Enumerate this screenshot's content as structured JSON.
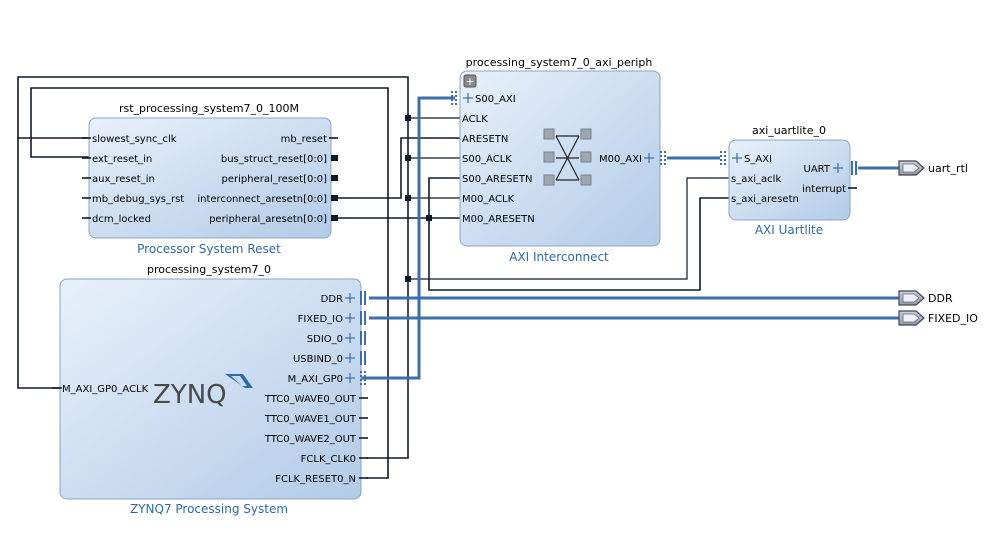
{
  "colors": {
    "block_fill_light": "#e4eef9",
    "block_fill_dark": "#b4cde9",
    "block_border": "#8da4c2",
    "bus": "#3d6fa8",
    "wire": "#0d1b2a",
    "subtitle": "#2f6aa8"
  },
  "blocks": {
    "rst": {
      "instance": "rst_processing_system7_0_100M",
      "subtitle": "Processor System Reset",
      "inputs": [
        "slowest_sync_clk",
        "ext_reset_in",
        "aux_reset_in",
        "mb_debug_sys_rst",
        "dcm_locked"
      ],
      "outputs": [
        "mb_reset",
        "bus_struct_reset[0:0]",
        "peripheral_reset[0:0]",
        "interconnect_aresetn[0:0]",
        "peripheral_aresetn[0:0]"
      ]
    },
    "ps7": {
      "instance": "processing_system7_0",
      "subtitle": "ZYNQ7 Processing System",
      "logo": "ZYNQ",
      "inputs": [
        "M_AXI_GP0_ACLK"
      ],
      "outputs": [
        "DDR",
        "FIXED_IO",
        "SDIO_0",
        "USBIND_0",
        "M_AXI_GP0",
        "TTC0_WAVE0_OUT",
        "TTC0_WAVE1_OUT",
        "TTC0_WAVE2_OUT",
        "FCLK_CLK0",
        "FCLK_RESET0_N"
      ]
    },
    "axi_periph": {
      "instance": "processing_system7_0_axi_periph",
      "subtitle": "AXI Interconnect",
      "expand": "+",
      "inputs": [
        "S00_AXI",
        "ACLK",
        "ARESETN",
        "S00_ACLK",
        "S00_ARESETN",
        "M00_ACLK",
        "M00_ARESETN"
      ],
      "outputs": [
        "M00_AXI"
      ]
    },
    "uart": {
      "instance": "axi_uartlite_0",
      "subtitle": "AXI Uartlite",
      "inputs": [
        "S_AXI",
        "s_axi_aclk",
        "s_axi_aresetn"
      ],
      "outputs": [
        "UART",
        "interrupt"
      ]
    }
  },
  "ports": {
    "uart_rtl": "uart_rtl",
    "ddr": "DDR",
    "fixed_io": "FIXED_IO"
  }
}
